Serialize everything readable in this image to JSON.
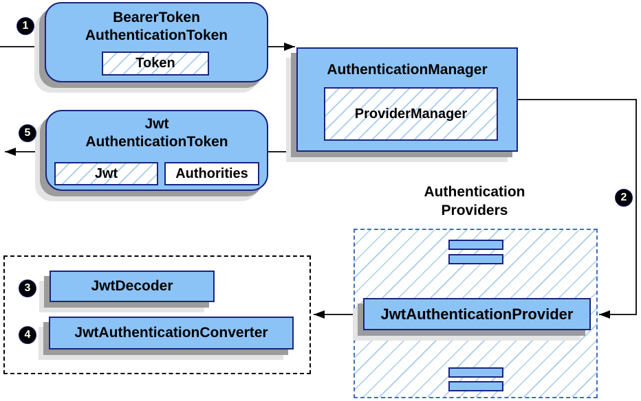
{
  "badges": {
    "step1": "1",
    "step2": "2",
    "step3": "3",
    "step4": "4",
    "step5": "5"
  },
  "nodes": {
    "bearer_token": {
      "title_line1": "BearerToken",
      "title_line2": "AuthenticationToken",
      "token_field": "Token"
    },
    "authentication_manager": {
      "title": "AuthenticationManager",
      "provider_manager": "ProviderManager"
    },
    "jwt_authentication_token": {
      "title_line1": "Jwt",
      "title_line2": "AuthenticationToken",
      "jwt_field": "Jwt",
      "authorities_field": "Authorities"
    },
    "authentication_providers": {
      "label_line1": "Authentication",
      "label_line2": "Providers",
      "jwt_authentication_provider": "JwtAuthenticationProvider"
    },
    "jwt_decoder": "JwtDecoder",
    "jwt_authentication_converter": "JwtAuthenticationConverter"
  },
  "colors": {
    "node_fill": "#8CC3F7",
    "node_border": "#1A237E",
    "hatch": "#A5CBF2",
    "dashed_blue": "#3F6EB5",
    "shadow_dark": "#9C9C9C",
    "shadow_light": "#E4E4E4",
    "line": "#000000"
  }
}
